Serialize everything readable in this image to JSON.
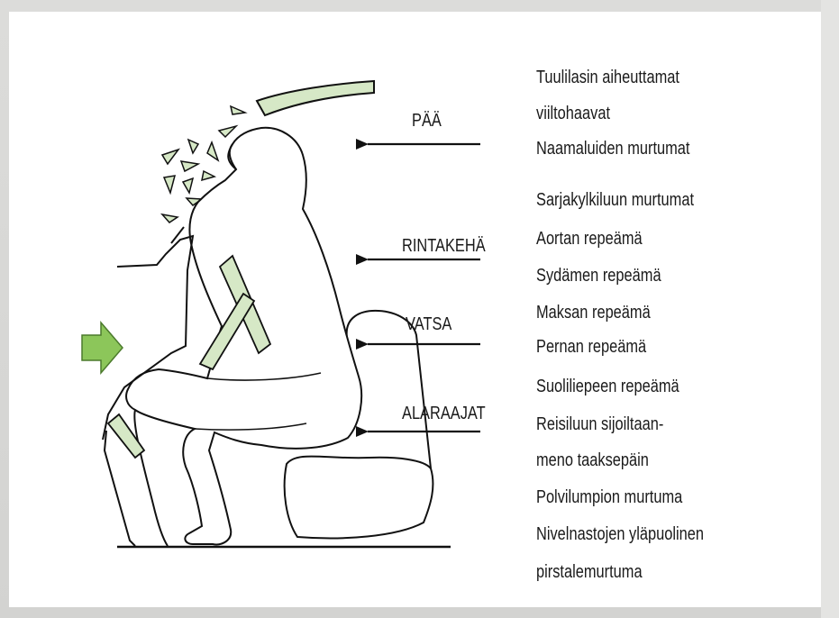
{
  "regions": [
    {
      "label": "PÄÄ"
    },
    {
      "label": "RINTAKEHÄ"
    },
    {
      "label": "VATSA"
    },
    {
      "label": "ALARAAJAT"
    }
  ],
  "injuries": [
    "Tuulilasin aiheuttamat",
    "viiltohaavat",
    "Naamaluiden murtumat",
    "Sarjakylkiluun murtumat",
    "Aortan repeämä",
    "Sydämen repeämä",
    "Maksan repeämä",
    "Pernan repeämä",
    "Suoliliepeen repeämä",
    "Reisiluun sijoiltaan-",
    "meno taaksepäin",
    "Polvilumpion murtuma",
    "Nivelnastojen yläpuolinen",
    "pirstalemurtuma"
  ],
  "colors": {
    "impact_arrow": "#8cc65a",
    "seatbelt_fill": "#d6e8c6"
  }
}
